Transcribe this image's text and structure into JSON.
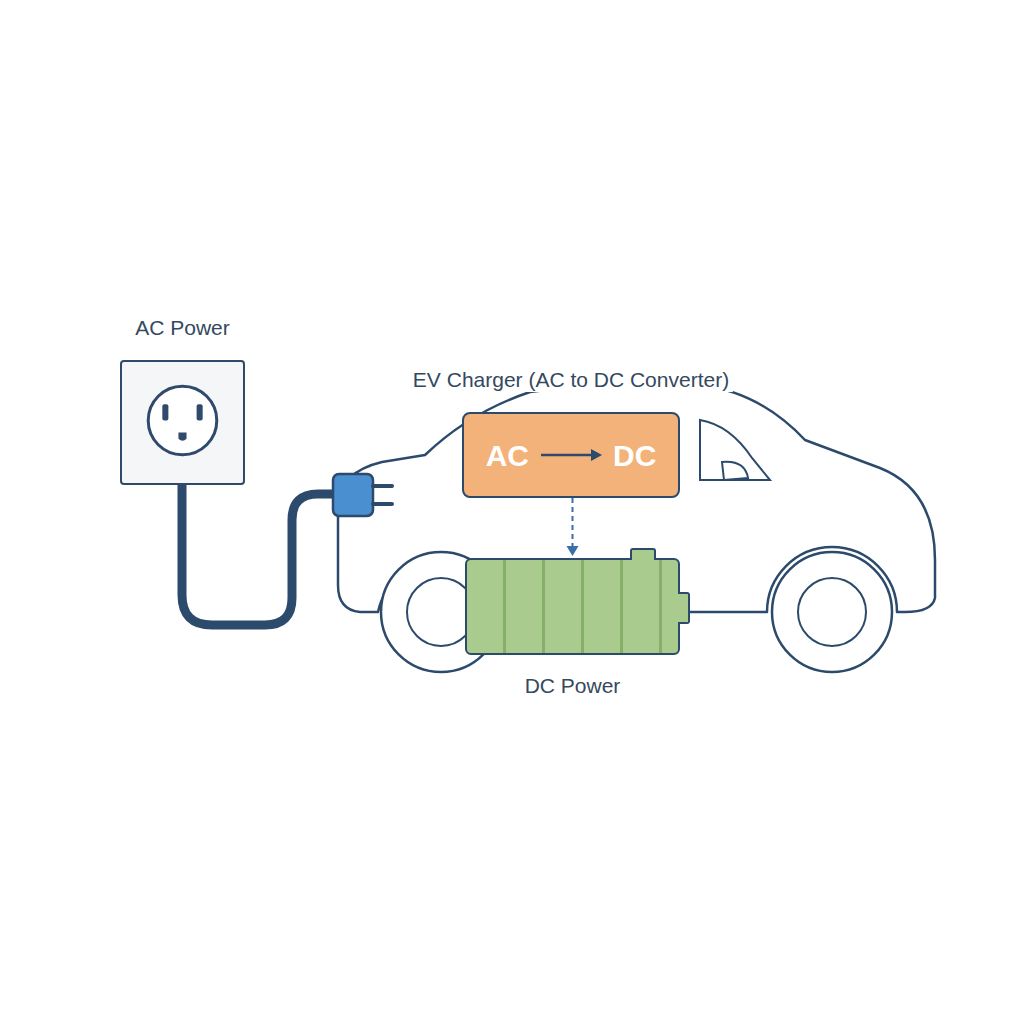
{
  "diagram": {
    "nodes": [
      {
        "text": [
          "AC Power"
        ]
      },
      {
        "text": [
          "EV Charger (AC to DC Converter)",
          "AC",
          "DC"
        ]
      },
      {
        "text": [
          "DC Power"
        ]
      }
    ],
    "edges": [
      {
        "from": 1,
        "to": 2,
        "arrow": "to"
      }
    ]
  }
}
